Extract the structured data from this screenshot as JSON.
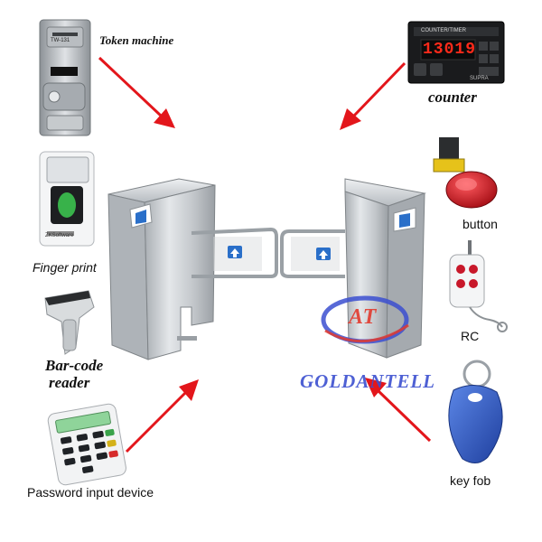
{
  "labels": {
    "token_machine": "Token machine",
    "counter": "counter",
    "finger_print": "Finger print",
    "button": "button",
    "rc": "RC",
    "barcode_line1": "Bar-code",
    "barcode_line2": "reader",
    "key_fob": "key fob",
    "password_device": "Password input device"
  },
  "counter_display": {
    "header": "COUNTER/TIMER",
    "digits": "13019",
    "brand": "SUPRA"
  },
  "reader_text": "ZKSoftware",
  "coin_label": "TW-131",
  "watermark": {
    "brand": "GOLDANTELL",
    "monogram": "AT"
  },
  "colors": {
    "arrow": "#e3161b",
    "steel": "#c9cdd1",
    "steel_dark": "#8d9296",
    "sign_blue": "#2a6fc9",
    "brand_blue": "#3b4fd0",
    "brand_red": "#e23a2e",
    "counter_red": "#ff2a1a",
    "fob_blue": "#2e58c8",
    "button_red": "#c1121a"
  }
}
